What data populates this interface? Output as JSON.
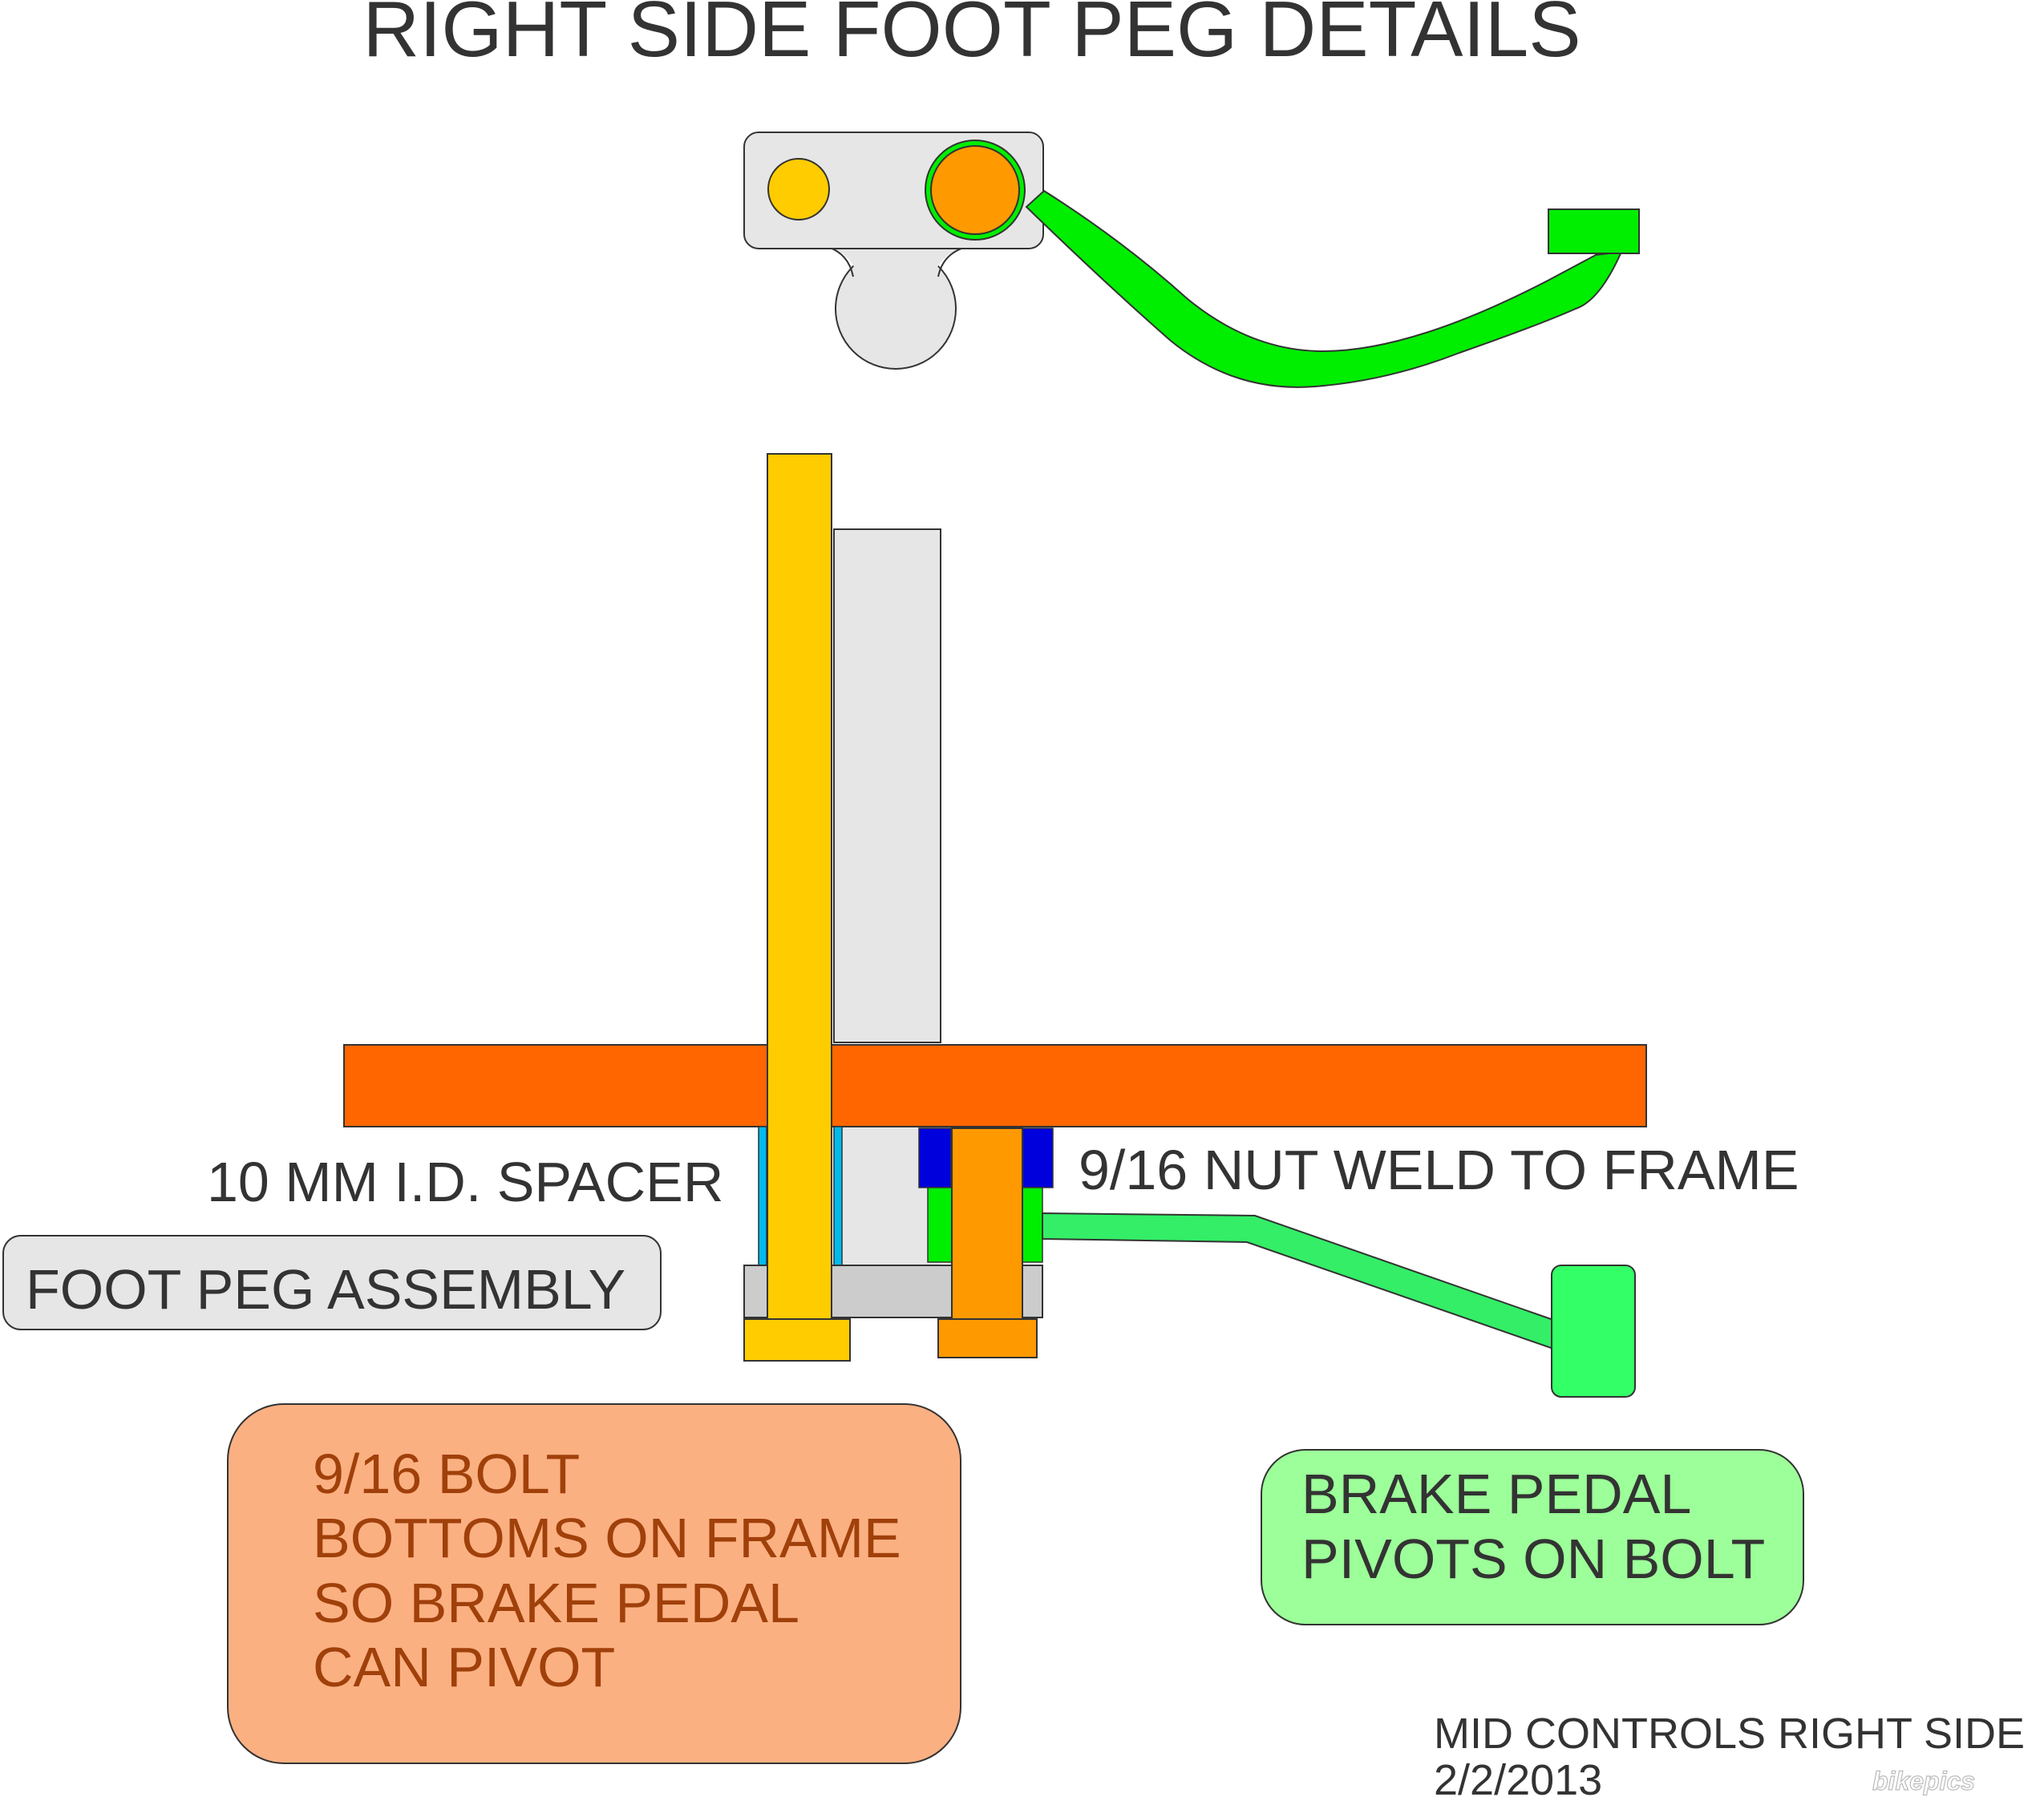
{
  "title": "RIGHT SIDE FOOT PEG DETAILS",
  "labels": {
    "spacer": "10 MM I.D. SPACER",
    "nut": "9/16 NUT WELD TO FRAME",
    "foot_peg_assembly": "FOOT PEG ASSEMBLY"
  },
  "callouts": {
    "bolt": [
      "9/16 BOLT",
      "BOTTOMS ON FRAME",
      "SO BRAKE PEDAL",
      "CAN PIVOT"
    ],
    "brake": [
      "BRAKE PEDAL",
      "PIVOTS ON BOLT"
    ]
  },
  "footer": {
    "line1": "MID CONTROLS RIGHT SIDE",
    "line2": "2/2/2013"
  },
  "watermark": "bikepics",
  "colors": {
    "bolt_yellow": "#FFCC00",
    "frame_orange": "#FF6600",
    "pivot_orange": "#FF9900",
    "pedal_green": "#00EE00",
    "pedal_pad_green": "#33FF66",
    "spacer_cyan": "#00BBEE",
    "nut_blue": "#0000DD",
    "bracket_gray": "#E6E6E6",
    "bolt_callout_fill": "#FBB082",
    "bolt_callout_text": "#A0400A",
    "brake_callout_fill": "#9CFF99",
    "text_dark": "#333333"
  }
}
